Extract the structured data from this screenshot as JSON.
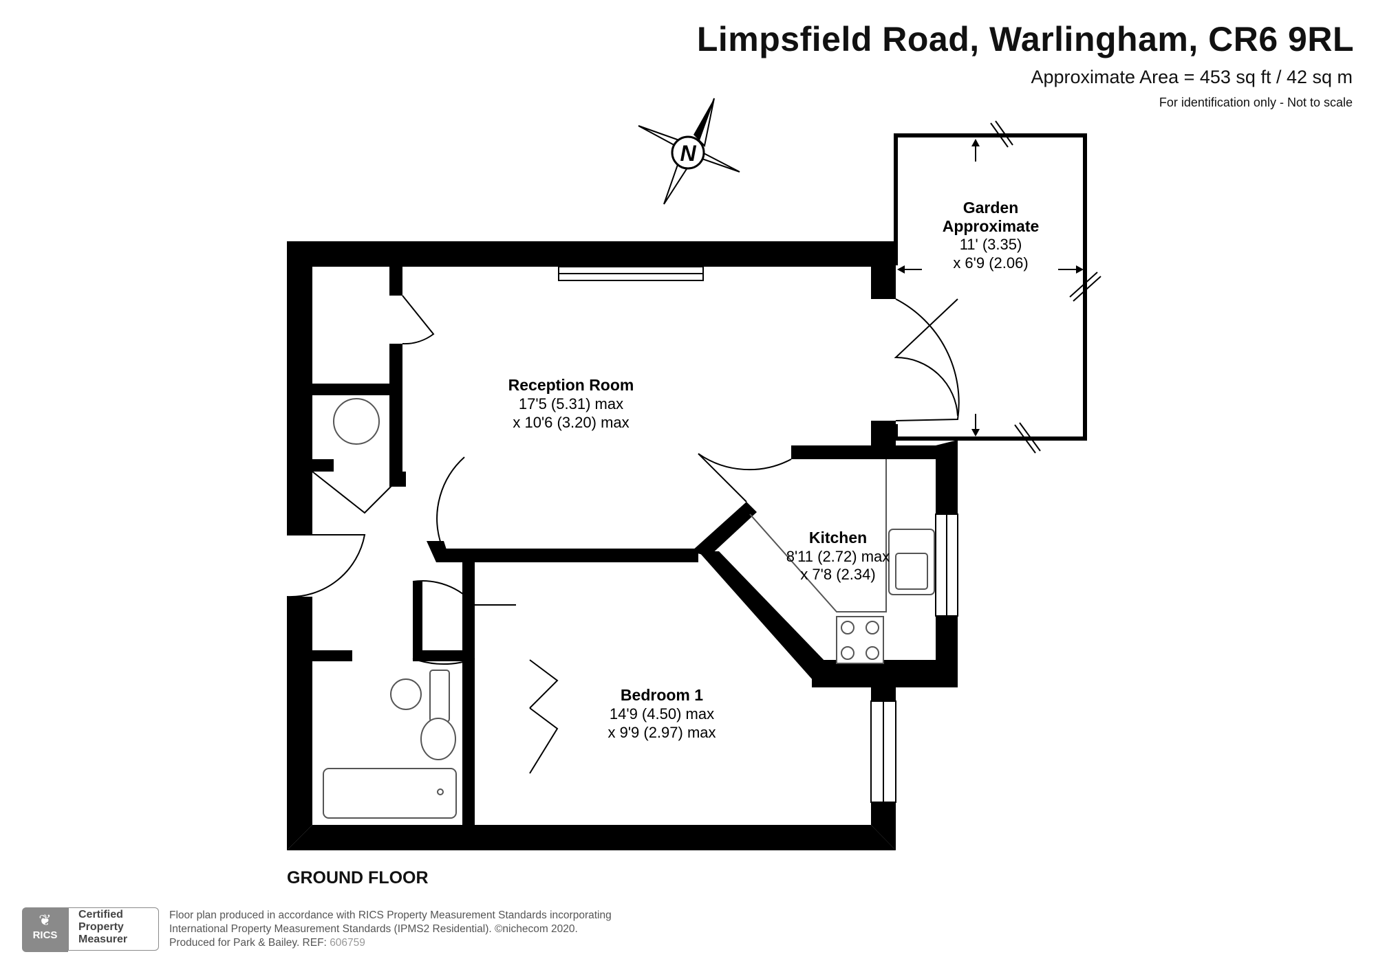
{
  "header": {
    "title": "Limpsfield Road, Warlingham, CR6 9RL",
    "area": "Approximate Area = 453 sq ft / 42 sq m",
    "note": "For identification only - Not to scale"
  },
  "compass": {
    "label": "N"
  },
  "rooms": {
    "garden": {
      "name1": "Garden",
      "name2": "Approximate",
      "dim1": "11' (3.35)",
      "dim2": "x 6'9 (2.06)"
    },
    "reception": {
      "name": "Reception Room",
      "dim1": "17'5 (5.31) max",
      "dim2": "x 10'6 (3.20) max"
    },
    "kitchen": {
      "name": "Kitchen",
      "dim1": "8'11 (2.72) max",
      "dim2": "x 7'8 (2.34)"
    },
    "bedroom": {
      "name": "Bedroom 1",
      "dim1": "14'9 (4.50) max",
      "dim2": "x 9'9 (2.97) max"
    }
  },
  "floor_label": "GROUND FLOOR",
  "badge": {
    "logo": "RICS",
    "line1": "Certified",
    "line2": "Property",
    "line3": "Measurer"
  },
  "footer": {
    "line1": "Floor plan produced in accordance with RICS Property Measurement Standards incorporating",
    "line2": "International Property Measurement Standards (IPMS2 Residential).  ©nichecom 2020.",
    "line3_prefix": "Produced for Park & Bailey.   REF:",
    "ref": "606759"
  },
  "colors": {
    "wall": "#000000",
    "fixture": "#555555",
    "grey": "#8a8a8a"
  }
}
